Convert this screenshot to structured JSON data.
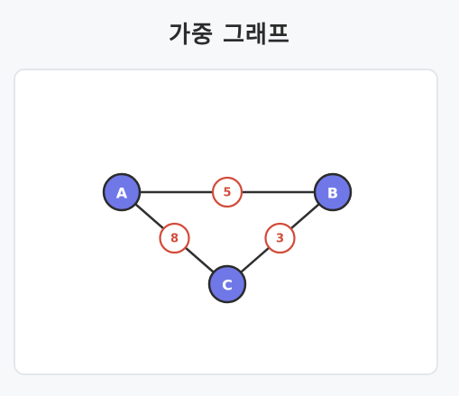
{
  "title": "가중 그래프",
  "graph": {
    "nodes": [
      {
        "id": "A",
        "label": "A",
        "color": "#7078e8"
      },
      {
        "id": "B",
        "label": "B",
        "color": "#7078e8"
      },
      {
        "id": "C",
        "label": "C",
        "color": "#7078e8"
      }
    ],
    "edges": [
      {
        "from": "A",
        "to": "B",
        "weight": "5"
      },
      {
        "from": "A",
        "to": "C",
        "weight": "8"
      },
      {
        "from": "B",
        "to": "C",
        "weight": "3"
      }
    ],
    "colors": {
      "node_fill": "#7078e8",
      "node_stroke": "#2b2b2b",
      "edge": "#2f2f2f",
      "weight": "#d24b3a"
    }
  }
}
